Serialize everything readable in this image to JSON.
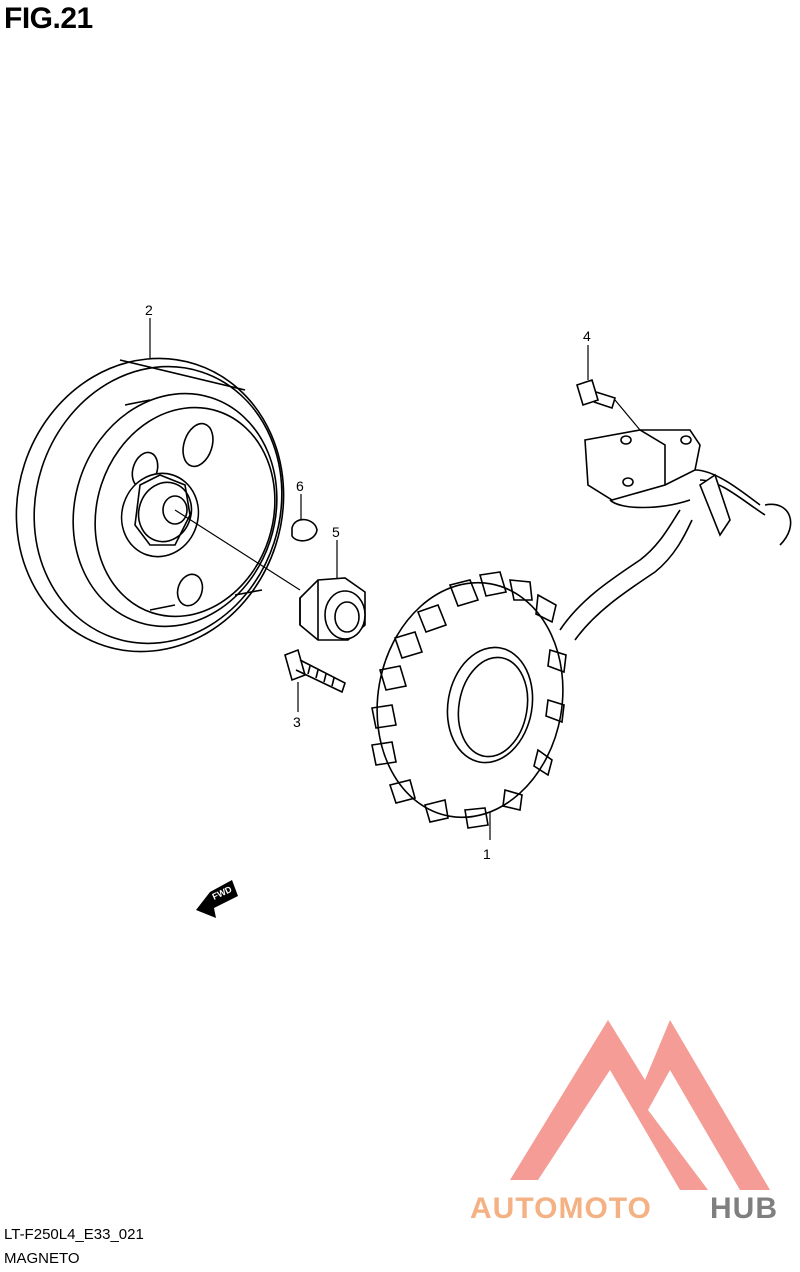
{
  "figure": {
    "title": "FIG.21"
  },
  "callouts": [
    {
      "id": "1",
      "label": "1"
    },
    {
      "id": "2",
      "label": "2"
    },
    {
      "id": "3",
      "label": "3"
    },
    {
      "id": "4",
      "label": "4"
    },
    {
      "id": "5",
      "label": "5"
    },
    {
      "id": "6",
      "label": "6"
    }
  ],
  "direction": {
    "label": "FWD"
  },
  "footer": {
    "code": "LT-F250L4_E33_021",
    "name": "MAGNETO"
  },
  "watermark": {
    "text_a": "AUTOMOTO",
    "text_b": "HUB",
    "color_a": "#f4b183",
    "color_b": "#7f7f7f",
    "triangle_color": "#f28b82"
  }
}
